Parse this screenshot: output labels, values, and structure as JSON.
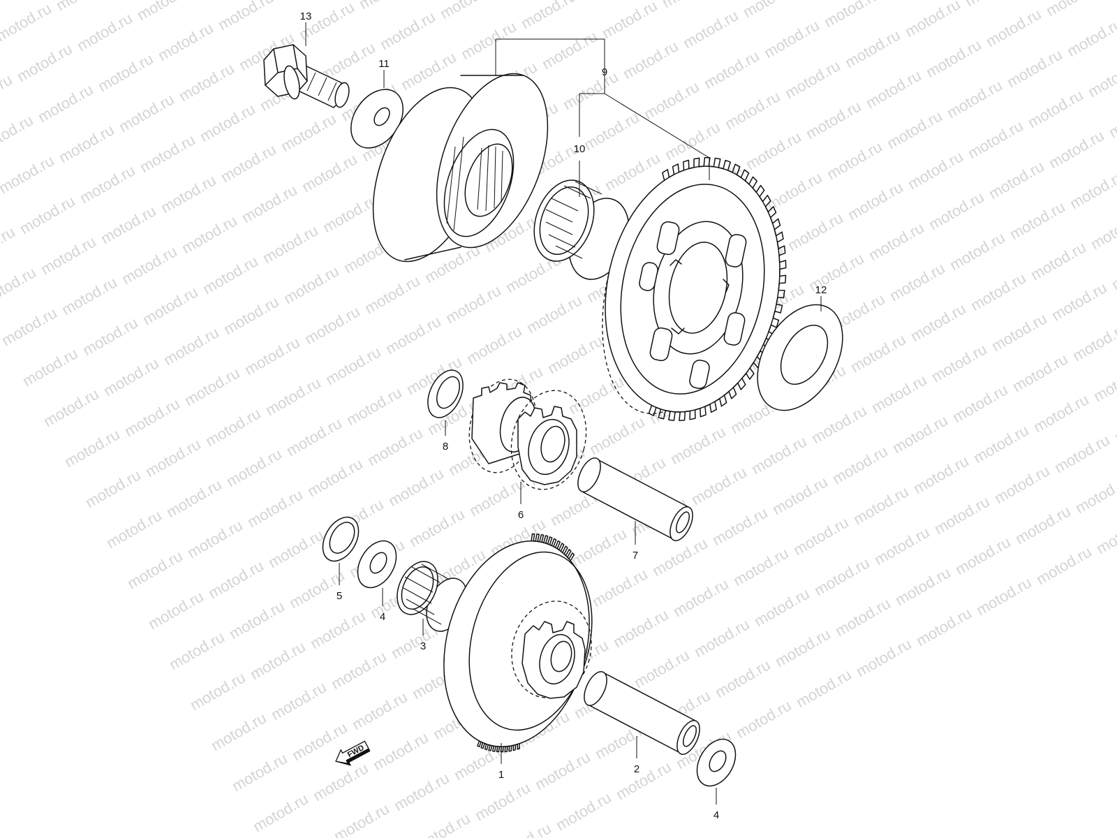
{
  "watermark": {
    "text": "motod.ru"
  },
  "direction_marker": {
    "label": "FWD"
  },
  "callouts": {
    "p1": "1",
    "p2": "2",
    "p3": "3",
    "p4a": "4",
    "p4b": "4",
    "p5": "5",
    "p6": "6",
    "p7": "7",
    "p8": "8",
    "p9": "9",
    "p10": "10",
    "p11": "11",
    "p12": "12",
    "p13": "13"
  }
}
